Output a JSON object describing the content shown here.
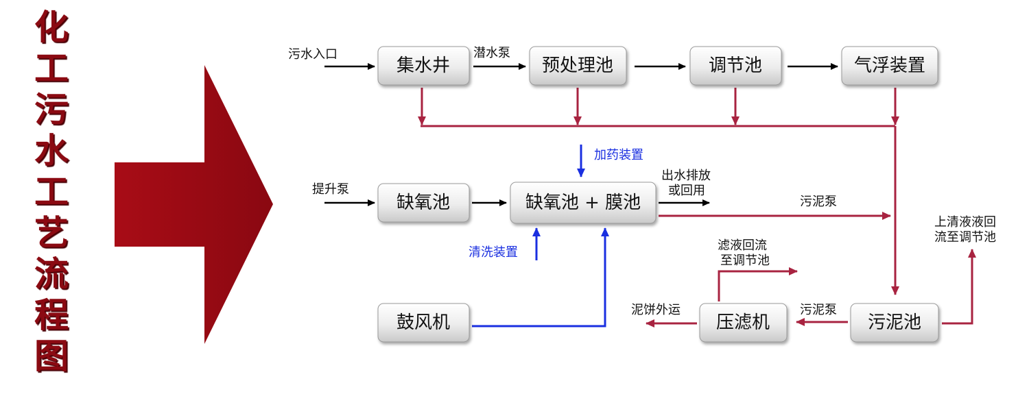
{
  "title_chars": [
    "化",
    "工",
    "污",
    "水",
    "工",
    "艺",
    "流",
    "程",
    "图"
  ],
  "boxes": {
    "jishuijing": "集水井",
    "yuchuli": "预处理池",
    "tiaojie": "调节池",
    "qifu": "气浮装置",
    "queyang": "缺氧池",
    "queyang_mo": "缺氧池 + 膜池",
    "gufeng": "鼓风机",
    "yalv": "压滤机",
    "wuni": "污泥池"
  },
  "labels": {
    "inlet": "污水入口",
    "qianshuibeng": "潜水泵",
    "jiayao": "加药装置",
    "tishengbeng": "提升泵",
    "chushui_1": "出水排放",
    "chushui_2": "或回用",
    "wunibeng_top": "污泥泵",
    "qingxi": "清洗装置",
    "shangqing_1": "上清液液回",
    "shangqing_2": "流至调节池",
    "lvye_1": "滤液回流",
    "lvye_2": "至调节池",
    "nibing": "泥饼外运",
    "wunibeng_bottom": "污泥泵"
  },
  "colors": {
    "title": "#8b0a12",
    "big_arrow": "#9b0a14",
    "sludge_line": "#a82340",
    "blue_line": "#1a2fe0",
    "flow_line": "#000000"
  }
}
